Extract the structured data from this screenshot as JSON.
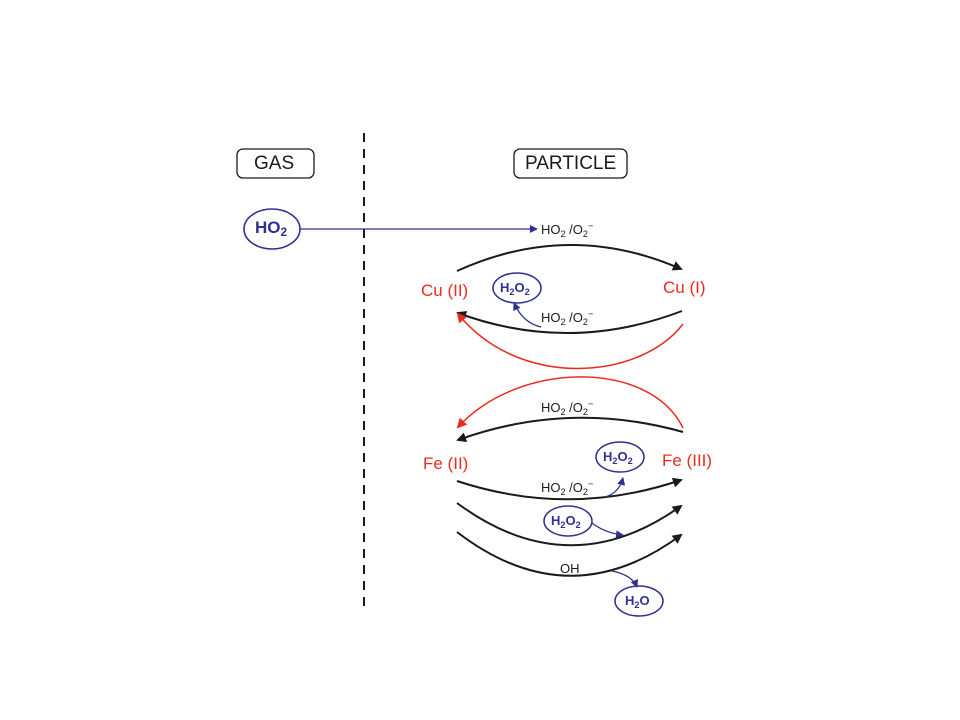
{
  "panels": {
    "gas": "GAS",
    "particle": "PARTICLE"
  },
  "species": {
    "ho2_gas": {
      "base": "HO",
      "sub": "2"
    },
    "h2o2_cu": {
      "a": "H",
      "s1": "2",
      "b": "O",
      "s2": "2"
    },
    "h2o2_fe_top": {
      "a": "H",
      "s1": "2",
      "b": "O",
      "s2": "2"
    },
    "h2o2_fe_mid": {
      "a": "H",
      "s1": "2",
      "b": "O",
      "s2": "2"
    },
    "h2o": {
      "a": "H",
      "s1": "2",
      "b": "O"
    }
  },
  "metals": {
    "cu2": "Cu (II)",
    "cu1": "Cu (I)",
    "fe2": "Fe (II)",
    "fe3": "Fe (III)"
  },
  "reactants": {
    "r1": {
      "a": "HO",
      "s1": "2",
      "b": " /O",
      "s2": "2",
      "sup": "−"
    },
    "r2": {
      "a": "HO",
      "s1": "2",
      "b": " /O",
      "s2": "2",
      "sup": "−"
    },
    "r3": {
      "a": "HO",
      "s1": "2",
      "b": " /O",
      "s2": "2",
      "sup": "−"
    },
    "r4": {
      "a": "HO",
      "s1": "2",
      "b": " /O",
      "s2": "2",
      "sup": "−"
    },
    "oh": "OH"
  },
  "colors": {
    "blue": "#2e3192",
    "red": "#ea2c1f",
    "black": "#1a1a1a"
  }
}
